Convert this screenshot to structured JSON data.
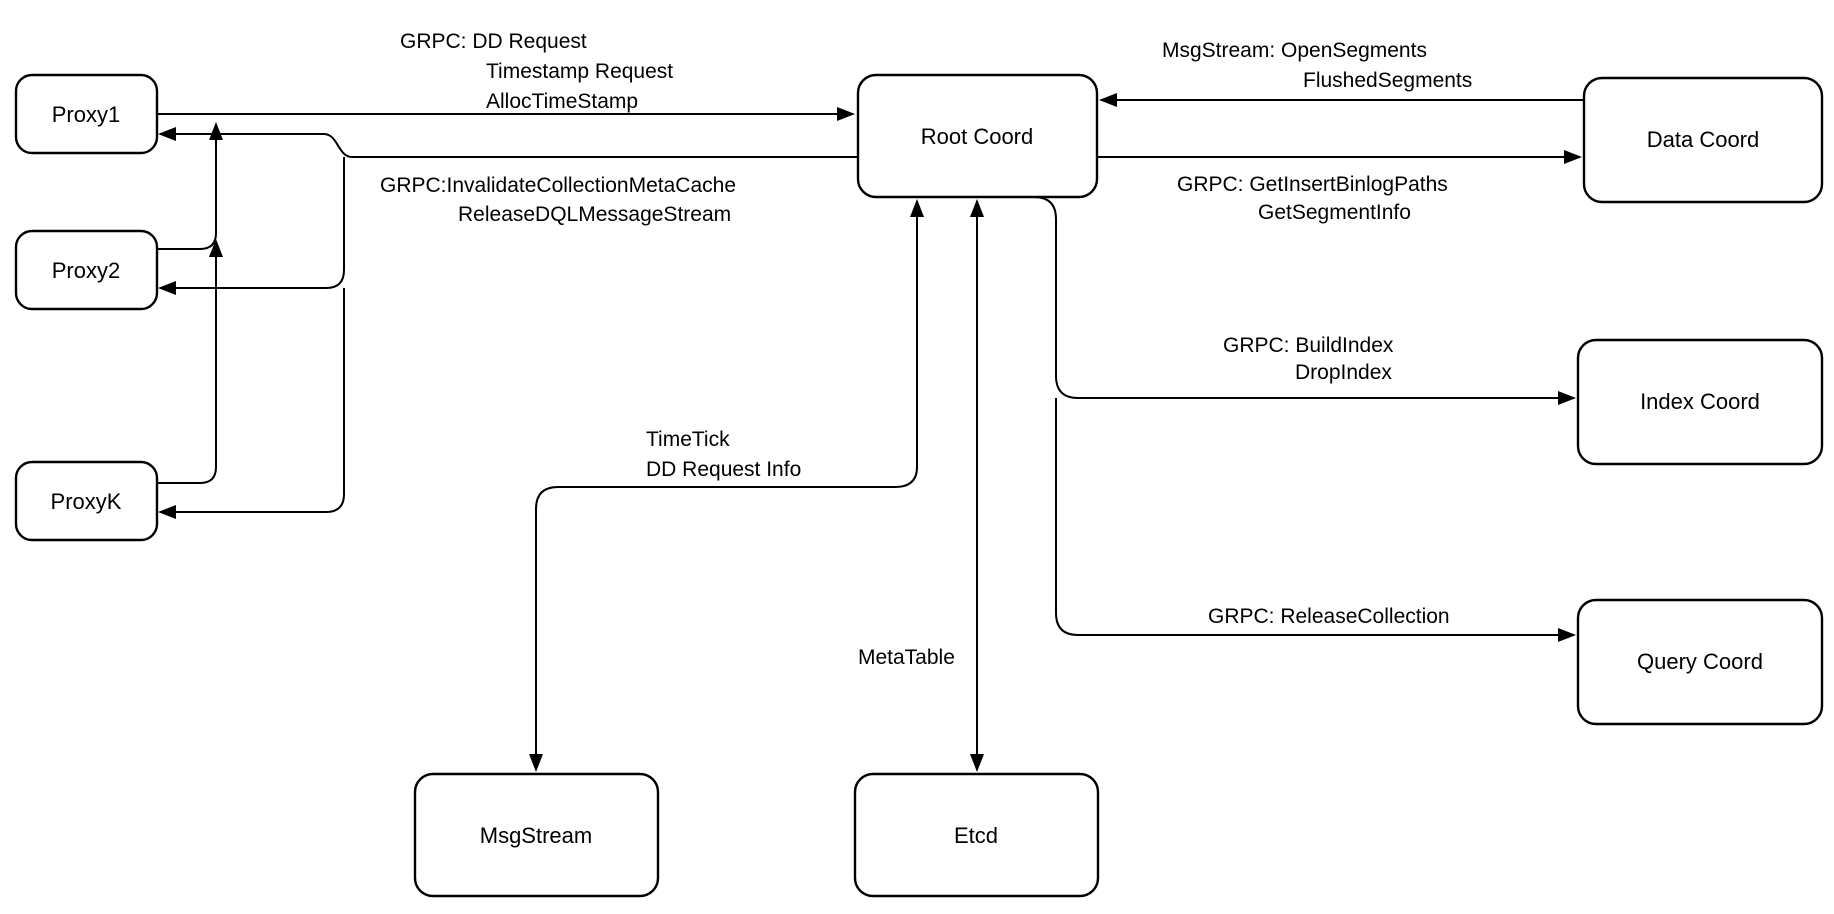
{
  "diagram": {
    "background_color": "#ffffff",
    "stroke_color": "#000000",
    "text_color": "#000000",
    "nodes": [
      {
        "id": "proxy1",
        "label": "Proxy1"
      },
      {
        "id": "proxy2",
        "label": "Proxy2"
      },
      {
        "id": "proxyk",
        "label": "ProxyK"
      },
      {
        "id": "root-coord",
        "label": "Root Coord"
      },
      {
        "id": "data-coord",
        "label": "Data Coord"
      },
      {
        "id": "index-coord",
        "label": "Index Coord"
      },
      {
        "id": "query-coord",
        "label": "Query Coord"
      },
      {
        "id": "msgstream",
        "label": "MsgStream"
      },
      {
        "id": "etcd",
        "label": "Etcd"
      }
    ],
    "edges": [
      {
        "id": "proxies-to-root",
        "from": "Proxy1/Proxy2/ProxyK",
        "to": "Root Coord",
        "labels": [
          "GRPC: DD Request",
          "Timestamp Request",
          "AllocTimeStamp"
        ]
      },
      {
        "id": "root-to-proxies",
        "from": "Root Coord",
        "to": "Proxy1/Proxy2/ProxyK",
        "labels": [
          "GRPC:InvalidateCollectionMetaCache",
          "ReleaseDQLMessageStream"
        ]
      },
      {
        "id": "data-to-root",
        "from": "Data Coord",
        "to": "Root Coord",
        "labels": [
          "MsgStream: OpenSegments",
          "FlushedSegments"
        ]
      },
      {
        "id": "root-to-data",
        "from": "Root Coord",
        "to": "Data Coord",
        "labels": [
          "GRPC: GetInsertBinlogPaths",
          "GetSegmentInfo"
        ]
      },
      {
        "id": "root-to-index",
        "from": "Root Coord",
        "to": "Index Coord",
        "labels": [
          "GRPC: BuildIndex",
          "DropIndex"
        ]
      },
      {
        "id": "root-to-query",
        "from": "Root Coord",
        "to": "Query Coord",
        "labels": [
          "GRPC: ReleaseCollection"
        ]
      },
      {
        "id": "root-to-msgstream",
        "from": "Root Coord",
        "to": "MsgStream",
        "labels": [
          "TimeTick",
          "DD Request Info"
        ]
      },
      {
        "id": "root-to-etcd",
        "from": "Root Coord",
        "to": "Etcd",
        "labels": [
          "MetaTable"
        ]
      }
    ]
  }
}
